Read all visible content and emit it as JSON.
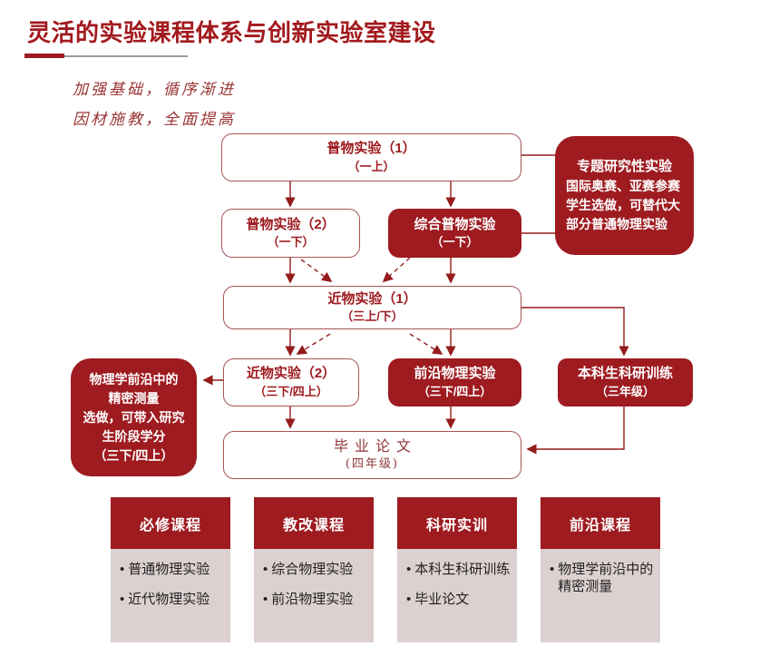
{
  "page": {
    "title": "灵活的实验课程体系与创新实验室建设"
  },
  "motto": {
    "line1": "加强基础，循序渐进",
    "line2": "因材施教，全面提高"
  },
  "flow": {
    "pw1": {
      "title": "普物实验（1）",
      "sub": "（一上）"
    },
    "topic": {
      "lines": [
        "专题研究性实验",
        "国际奥赛、亚赛参赛",
        "学生选做，可替代大",
        "部分普通物理实验"
      ]
    },
    "pw2": {
      "title": "普物实验（2）",
      "sub": "（一下）"
    },
    "zonghe": {
      "title": "综合普物实验",
      "sub": "（一下）"
    },
    "jw1": {
      "title": "近物实验（1）",
      "sub": "（三上/下）"
    },
    "jw2": {
      "title": "近物实验（2）",
      "sub": "（三下/四上）"
    },
    "qianyan": {
      "title": "前沿物理实验",
      "sub": "（三下/四上）"
    },
    "benke": {
      "title": "本科生科研训练",
      "sub": "（三年级）"
    },
    "wuli": {
      "lines": [
        "物理学前沿中的",
        "精密测量",
        "选做，可带入研究",
        "生阶段学分",
        "（三下/四上）"
      ]
    },
    "biye": {
      "title": "毕业论文",
      "sub": "(四年级)"
    }
  },
  "table": {
    "columns": [
      {
        "header": "必修课程",
        "items": [
          "普通物理实验",
          "近代物理实验"
        ]
      },
      {
        "header": "教改课程",
        "items": [
          "综合物理实验",
          "前沿物理实验"
        ]
      },
      {
        "header": "科研实训",
        "items": [
          "本科生科研训练",
          "毕业论文"
        ]
      },
      {
        "header": "前沿课程",
        "items": [
          "物理学前沿中的精密测量"
        ]
      }
    ],
    "bullet": "•"
  },
  "colors": {
    "dark_red": "#9E1B20",
    "title_red": "#A2191D",
    "box_border_red": "#A85456",
    "arrow_red": "#951C1C",
    "table_body_pink": "#DCD0D0",
    "motto_red": "#9B3434"
  }
}
